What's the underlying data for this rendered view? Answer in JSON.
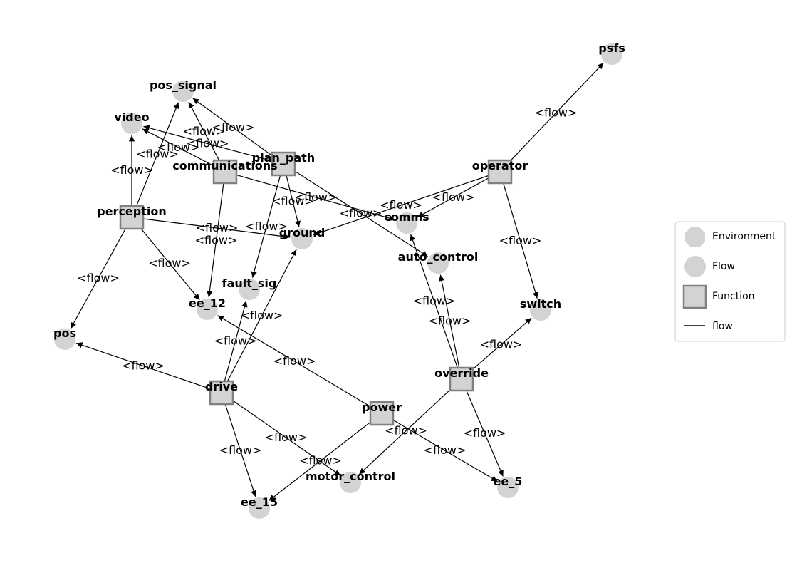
{
  "diagram": {
    "nodes": [
      {
        "id": "psfs",
        "label": "psfs",
        "kind": "flow"
      },
      {
        "id": "pos_signal",
        "label": "pos_signal",
        "kind": "flow"
      },
      {
        "id": "video",
        "label": "video",
        "kind": "flow"
      },
      {
        "id": "plan_path",
        "label": "plan_path",
        "kind": "function"
      },
      {
        "id": "communications",
        "label": "communications",
        "kind": "function"
      },
      {
        "id": "operator",
        "label": "operator",
        "kind": "function"
      },
      {
        "id": "perception",
        "label": "perception",
        "kind": "function"
      },
      {
        "id": "comms",
        "label": "comms",
        "kind": "flow"
      },
      {
        "id": "ground",
        "label": "ground",
        "kind": "flow"
      },
      {
        "id": "auto_control",
        "label": "auto_control",
        "kind": "flow"
      },
      {
        "id": "fault_sig",
        "label": "fault_sig",
        "kind": "flow"
      },
      {
        "id": "ee_12",
        "label": "ee_12",
        "kind": "flow"
      },
      {
        "id": "switch",
        "label": "switch",
        "kind": "flow"
      },
      {
        "id": "pos",
        "label": "pos",
        "kind": "flow"
      },
      {
        "id": "override",
        "label": "override",
        "kind": "function"
      },
      {
        "id": "drive",
        "label": "drive",
        "kind": "function"
      },
      {
        "id": "power",
        "label": "power",
        "kind": "function"
      },
      {
        "id": "motor_control",
        "label": "motor_control",
        "kind": "flow"
      },
      {
        "id": "ee_5",
        "label": "ee_5",
        "kind": "flow"
      },
      {
        "id": "ee_15",
        "label": "ee_15",
        "kind": "flow"
      }
    ],
    "edges": [
      {
        "from": "operator",
        "to": "psfs",
        "label": "<flow>"
      },
      {
        "from": "operator",
        "to": "comms",
        "label": "<flow>"
      },
      {
        "from": "operator",
        "to": "ground",
        "label": "<flow>"
      },
      {
        "from": "operator",
        "to": "switch",
        "label": "<flow>"
      },
      {
        "from": "plan_path",
        "to": "pos_signal",
        "label": "<flow>"
      },
      {
        "from": "plan_path",
        "to": "video",
        "label": "<flow>"
      },
      {
        "from": "plan_path",
        "to": "ground",
        "label": "<flow>"
      },
      {
        "from": "plan_path",
        "to": "fault_sig",
        "label": "<flow>"
      },
      {
        "from": "plan_path",
        "to": "auto_control",
        "label": "<flow>"
      },
      {
        "from": "communications",
        "to": "pos_signal",
        "label": "<flow>"
      },
      {
        "from": "communications",
        "to": "video",
        "label": "<flow>"
      },
      {
        "from": "communications",
        "to": "comms",
        "label": "<flow>"
      },
      {
        "from": "communications",
        "to": "ee_12",
        "label": "<flow>"
      },
      {
        "from": "perception",
        "to": "video",
        "label": "<flow>"
      },
      {
        "from": "perception",
        "to": "pos_signal",
        "label": "<flow>"
      },
      {
        "from": "perception",
        "to": "ground",
        "label": "<flow>"
      },
      {
        "from": "perception",
        "to": "ee_12",
        "label": "<flow>"
      },
      {
        "from": "perception",
        "to": "pos",
        "label": "<flow>"
      },
      {
        "from": "override",
        "to": "comms",
        "label": "<flow>"
      },
      {
        "from": "override",
        "to": "auto_control",
        "label": "<flow>"
      },
      {
        "from": "override",
        "to": "switch",
        "label": "<flow>"
      },
      {
        "from": "override",
        "to": "ee_5",
        "label": "<flow>"
      },
      {
        "from": "override",
        "to": "motor_control",
        "label": "<flow>"
      },
      {
        "from": "drive",
        "to": "pos",
        "label": "<flow>"
      },
      {
        "from": "drive",
        "to": "fault_sig",
        "label": "<flow>"
      },
      {
        "from": "drive",
        "to": "ground",
        "label": "<flow>"
      },
      {
        "from": "drive",
        "to": "motor_control",
        "label": "<flow>"
      },
      {
        "from": "drive",
        "to": "ee_15",
        "label": "<flow>"
      },
      {
        "from": "power",
        "to": "ee_12",
        "label": "<flow>"
      },
      {
        "from": "power",
        "to": "ee_5",
        "label": "<flow>"
      },
      {
        "from": "power",
        "to": "ee_15",
        "label": "<flow>"
      }
    ]
  },
  "legend": {
    "items": [
      {
        "label": "Environment",
        "marker": "octagon"
      },
      {
        "label": "Flow",
        "marker": "circle"
      },
      {
        "label": "Function",
        "marker": "square"
      },
      {
        "label": "flow",
        "marker": "line"
      }
    ]
  },
  "colors": {
    "node_fill": "#d3d3d3",
    "function_border": "#808080",
    "edge": "#000000"
  }
}
